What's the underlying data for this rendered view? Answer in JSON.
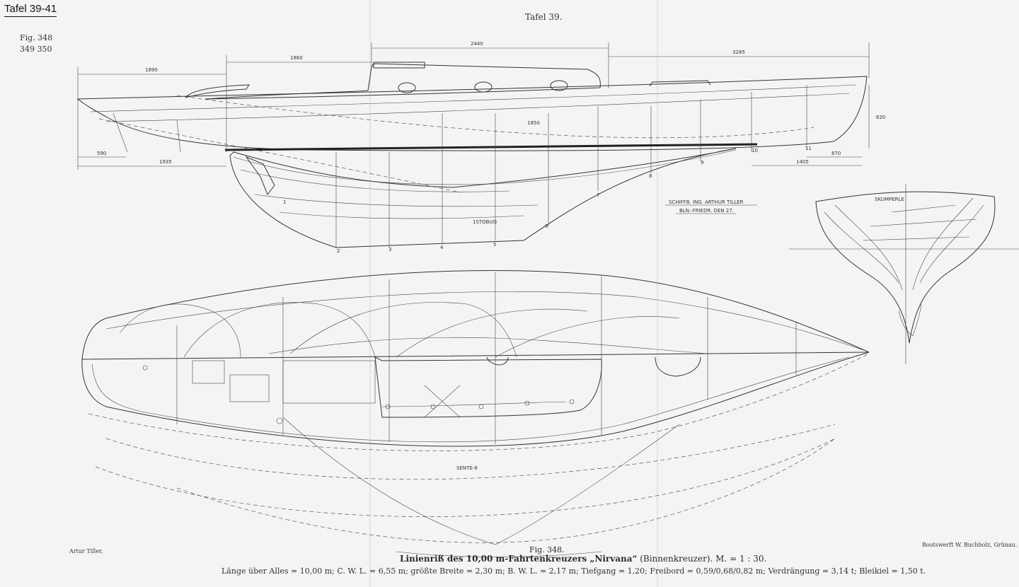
{
  "header": {
    "tag": "Tafel 39-41",
    "figs_line1": "Fig. 348",
    "figs_line2": "349 350",
    "plate": "Tafel 39."
  },
  "drawing": {
    "dimensions": [
      "1860",
      "1890",
      "2440",
      "3285",
      "620",
      "1935",
      "1405",
      "870",
      "590",
      "1850"
    ],
    "designer_stamp": "SCHIFFB. ING. ARTHUR TILLER",
    "designer_stamp_sub": "BLN.-FRIEDR. DEN 27.",
    "section_label": "SKUMPERLE",
    "keel_label": "1STOBUG",
    "station_numbers": [
      "1",
      "2",
      "3",
      "4",
      "5",
      "6",
      "7",
      "8",
      "9",
      "10",
      "11"
    ],
    "curve_label": "SENTE-8"
  },
  "footer": {
    "author": "Artur Tiller.",
    "yard": "Bootswerft W. Buchholz, Grünau.",
    "fig": "Fig. 348.",
    "caption_bold": "Linienriß des 10,00 m-Fahrtenkreuzers „Nirvana“",
    "caption_rest": " (Binnenkreuzer).   M. = 1 : 30.",
    "specs": "Länge über Alles = 10,00 m;  C. W. L. = 6,55 m;  größte Breite = 2,30 m;  B. W. L. = 2,17 m;  Tiefgang = 1,20;  Freibord = 0,59/0,68/0,82 m;  Verdrängung = 3,14 t;  Bleikiel = 1,50 t."
  }
}
